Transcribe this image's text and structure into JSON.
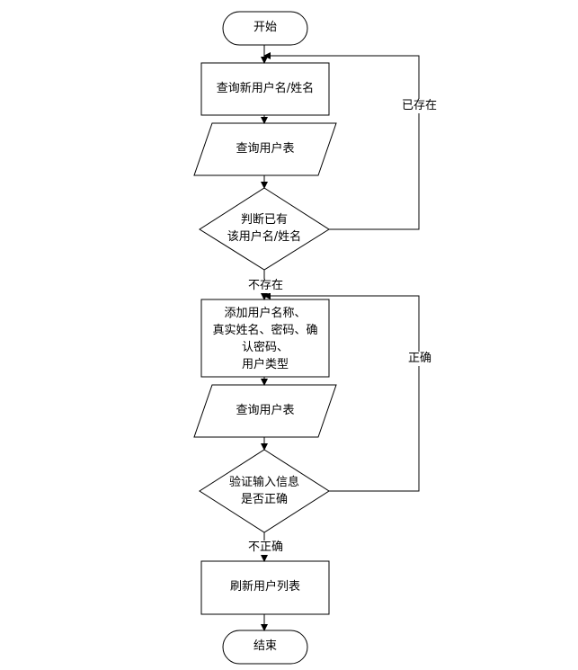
{
  "flowchart": {
    "start": "开始",
    "query_new": "查询新用户名/姓名",
    "query_table_1": "查询用户表",
    "decision_exists_line1": "判断已有",
    "decision_exists_line2": "该用户名/姓名",
    "label_exists": "已存在",
    "label_not_exists": "不存在",
    "add_line1": "添加用户名称、",
    "add_line2": "真实姓名、密码、确",
    "add_line3": "认密码、",
    "add_line4": "用户类型",
    "label_correct": "正确",
    "query_table_2": "查询用户表",
    "decision_valid_line1": "验证输入信息",
    "decision_valid_line2": "是否正确",
    "label_incorrect": "不正确",
    "refresh": "刷新用户列表",
    "end": "结束"
  }
}
